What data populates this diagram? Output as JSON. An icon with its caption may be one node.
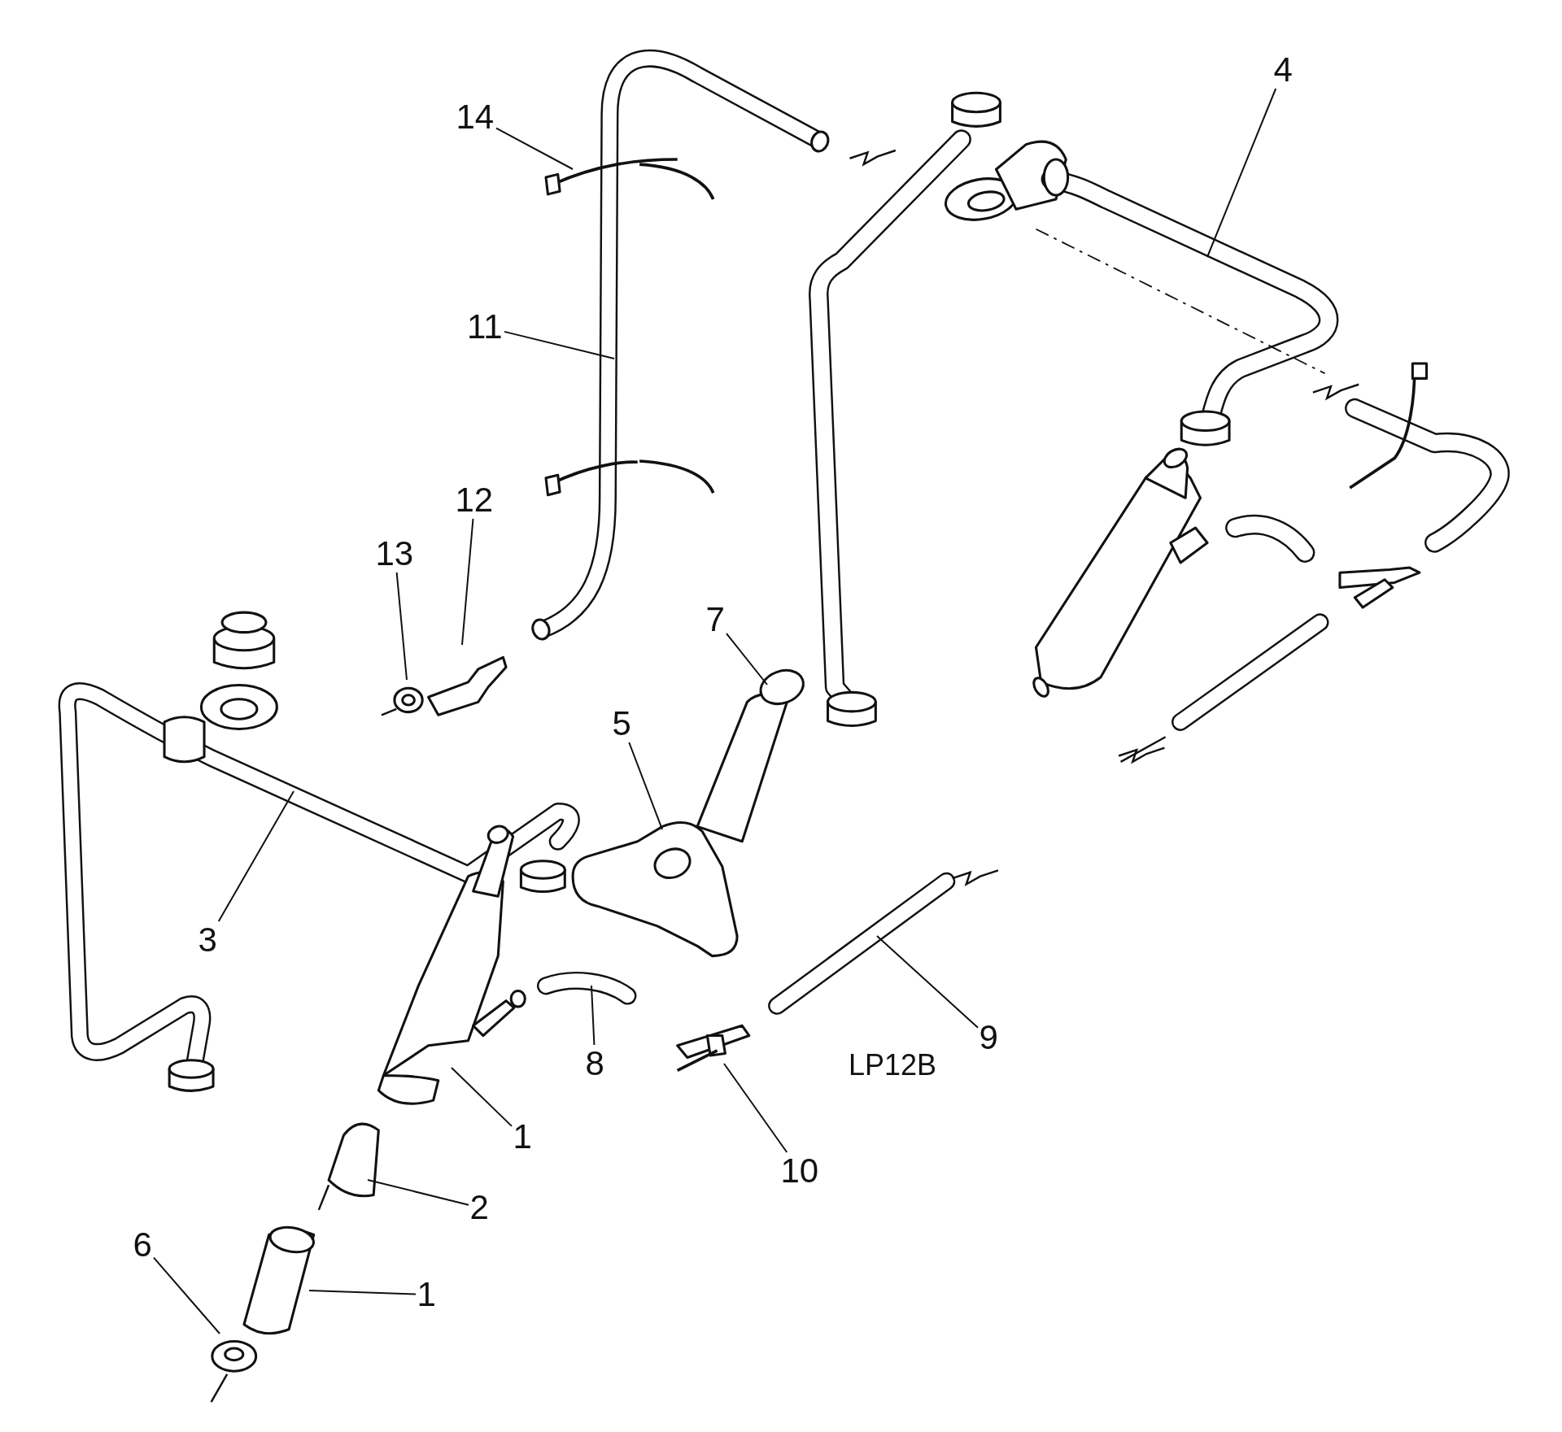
{
  "diagram": {
    "nodes": [
      {
        "text": [
          "4"
        ]
      },
      {
        "text": [
          "14"
        ]
      },
      {
        "text": [
          "11"
        ]
      },
      {
        "text": [
          "12"
        ]
      },
      {
        "text": [
          "13"
        ]
      },
      {
        "text": [
          "7"
        ]
      },
      {
        "text": [
          "5"
        ]
      },
      {
        "text": [
          "3"
        ]
      },
      {
        "text": [
          "9"
        ]
      },
      {
        "text": [
          "8"
        ]
      },
      {
        "text": [
          "1"
        ]
      },
      {
        "text": [
          "10"
        ]
      },
      {
        "text": [
          "2"
        ]
      },
      {
        "text": [
          "1"
        ]
      },
      {
        "text": [
          "6"
        ]
      }
    ],
    "edges": [
      {
        "from": 0,
        "to": null,
        "arrow": "none"
      },
      {
        "from": 1,
        "to": null,
        "arrow": "none"
      },
      {
        "from": 2,
        "to": null,
        "arrow": "none"
      },
      {
        "from": 3,
        "to": null,
        "arrow": "none"
      },
      {
        "from": 4,
        "to": null,
        "arrow": "none"
      },
      {
        "from": 5,
        "to": null,
        "arrow": "none"
      },
      {
        "from": 6,
        "to": null,
        "arrow": "none"
      },
      {
        "from": 7,
        "to": null,
        "arrow": "none"
      },
      {
        "from": 8,
        "to": null,
        "arrow": "none"
      },
      {
        "from": 9,
        "to": null,
        "arrow": "none"
      },
      {
        "from": 10,
        "to": null,
        "arrow": "none"
      },
      {
        "from": 11,
        "to": null,
        "arrow": "none"
      },
      {
        "from": 12,
        "to": null,
        "arrow": "none"
      },
      {
        "from": 13,
        "to": null,
        "arrow": "none"
      },
      {
        "from": 14,
        "to": null,
        "arrow": "none"
      }
    ],
    "labels": [
      "LP12B"
    ]
  }
}
